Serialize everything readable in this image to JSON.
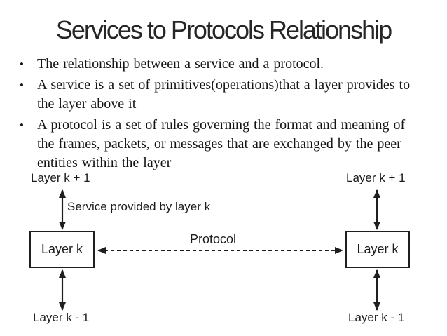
{
  "title": "Services to Protocols Relationship",
  "bullet_marker": "•",
  "bullets": [
    {
      "lines": [
        "The relationship between a service and a protocol."
      ]
    },
    {
      "lines": [
        "A service is a set of primitives(operations)that a layer provides to",
        "the layer above it"
      ]
    },
    {
      "lines": [
        "A protocol is a set of rules governing the format and meaning of",
        "the frames, packets, or messages that are exchanged by the peer",
        "entities within the layer"
      ]
    }
  ],
  "diagram": {
    "left": {
      "top_label": "Layer k + 1",
      "box_label": "Layer k",
      "bottom_label": "Layer k - 1"
    },
    "right": {
      "top_label": "Layer k + 1",
      "box_label": "Layer k",
      "bottom_label": "Layer k - 1"
    },
    "service_arrow_label": "Service provided by layer k",
    "protocol_label": "Protocol"
  },
  "colors": {
    "background": "#ffffff",
    "title_text": "#262626",
    "body_text": "#141414",
    "diagram_line": "#1f1f1f"
  }
}
